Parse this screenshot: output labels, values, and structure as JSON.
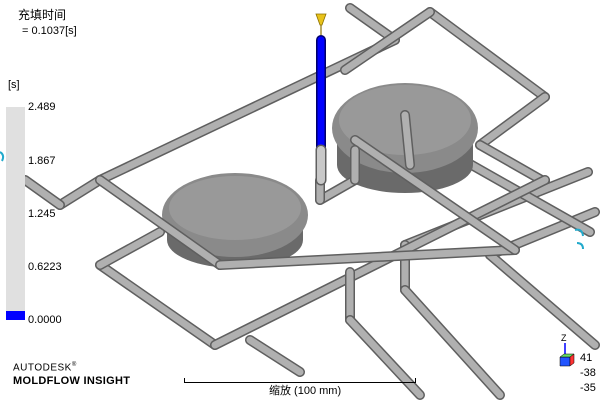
{
  "result": {
    "title": "充填时间",
    "value_line": " = 0.1037[s]"
  },
  "legend": {
    "unit": "[s]",
    "ticks": [
      "2.489",
      "1.867",
      "1.245",
      "0.6223",
      "0.0000"
    ],
    "filled_fraction": 0.04,
    "empty_color": "#e0e0e0",
    "fill_color": "#0000ff"
  },
  "brand": {
    "line1": "AUTODESK",
    "line2": "MOLDFLOW INSIGHT",
    "mark": "®"
  },
  "scale": {
    "label": "缩放 (100 mm)"
  },
  "triad": {
    "axis_label": "Z",
    "axes_icon": "xyz-triad-icon"
  },
  "coordinates": [
    "41",
    "-38",
    "-35"
  ],
  "colors": {
    "runner_gray": "#a9a9a9",
    "cavity_dark": "#707070",
    "filled_blue": "#0000ff",
    "fill_cursor": "#22aacc",
    "nozzle_yellow": "#e8c21a"
  },
  "icons": {
    "injection_point": "injection-nozzle-icon",
    "coolant_markers": "coolant-inlet-icon"
  }
}
